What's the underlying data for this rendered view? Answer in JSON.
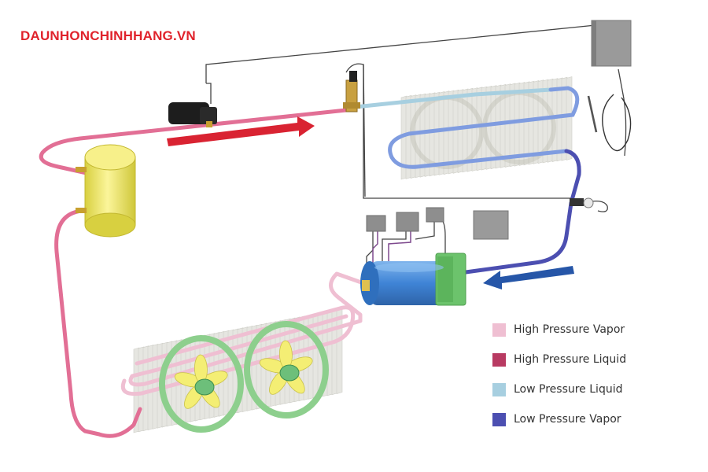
{
  "brand": {
    "text": "DAUNHONCHINHHANG.VN",
    "color": "#e0222b"
  },
  "legend": {
    "items": [
      {
        "label": "High Pressure Vapor",
        "color": "#efbfd2"
      },
      {
        "label": "High Pressure Liquid",
        "color": "#b83a62"
      },
      {
        "label": "Low Pressure Liquid",
        "color": "#a7cfe0"
      },
      {
        "label": "Low Pressure Vapor",
        "color": "#4c4fb1"
      }
    ]
  },
  "flow_arrows": {
    "high_side": {
      "direction": "right",
      "color": "#d92332"
    },
    "low_side": {
      "direction": "left",
      "color": "#2656a8"
    }
  },
  "components": {
    "receiver_tank": {
      "color": "#f6ef6c"
    },
    "compressor": {
      "color": "#3f84d6",
      "cap_color": "#6cc36c"
    },
    "condenser_fans": {
      "count": 2,
      "ring_color": "#8dcf8d",
      "blade_color": "#f4ee74"
    },
    "evaporator_fans": {
      "count": 2
    },
    "fins_color": "#e6e6e1",
    "box_color": "#9a9a9a",
    "wire_color": "#444444"
  }
}
